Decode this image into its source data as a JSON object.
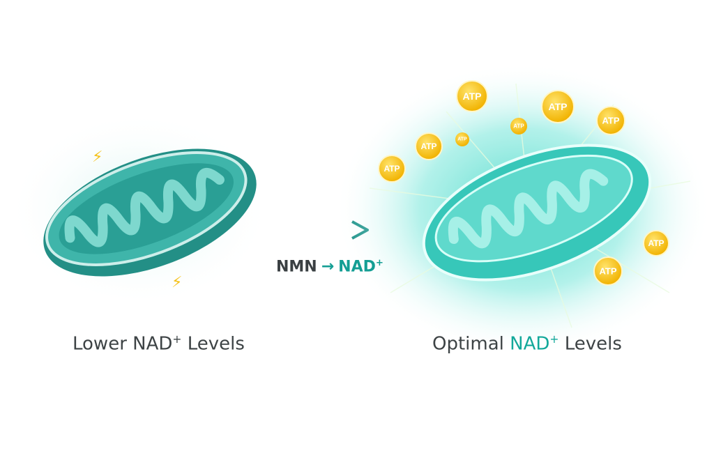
{
  "left_panel": {
    "label_prefix": "Lower ",
    "label_nad": "NAD",
    "label_sup": "+",
    "label_suffix": " Levels"
  },
  "right_panel": {
    "label_prefix": "Optimal ",
    "label_nad": "NAD",
    "label_sup": "+",
    "label_suffix": " Levels"
  },
  "conversion": {
    "from": "NMN",
    "arrow": "→",
    "to": "NAD",
    "to_sup": "+"
  },
  "atp_label": "ATP",
  "colors": {
    "teal": "#2fb8aa",
    "glow": "#6fe6d8",
    "atp": "#f5c21b",
    "text": "#3d4345",
    "accent": "#12a89a"
  }
}
